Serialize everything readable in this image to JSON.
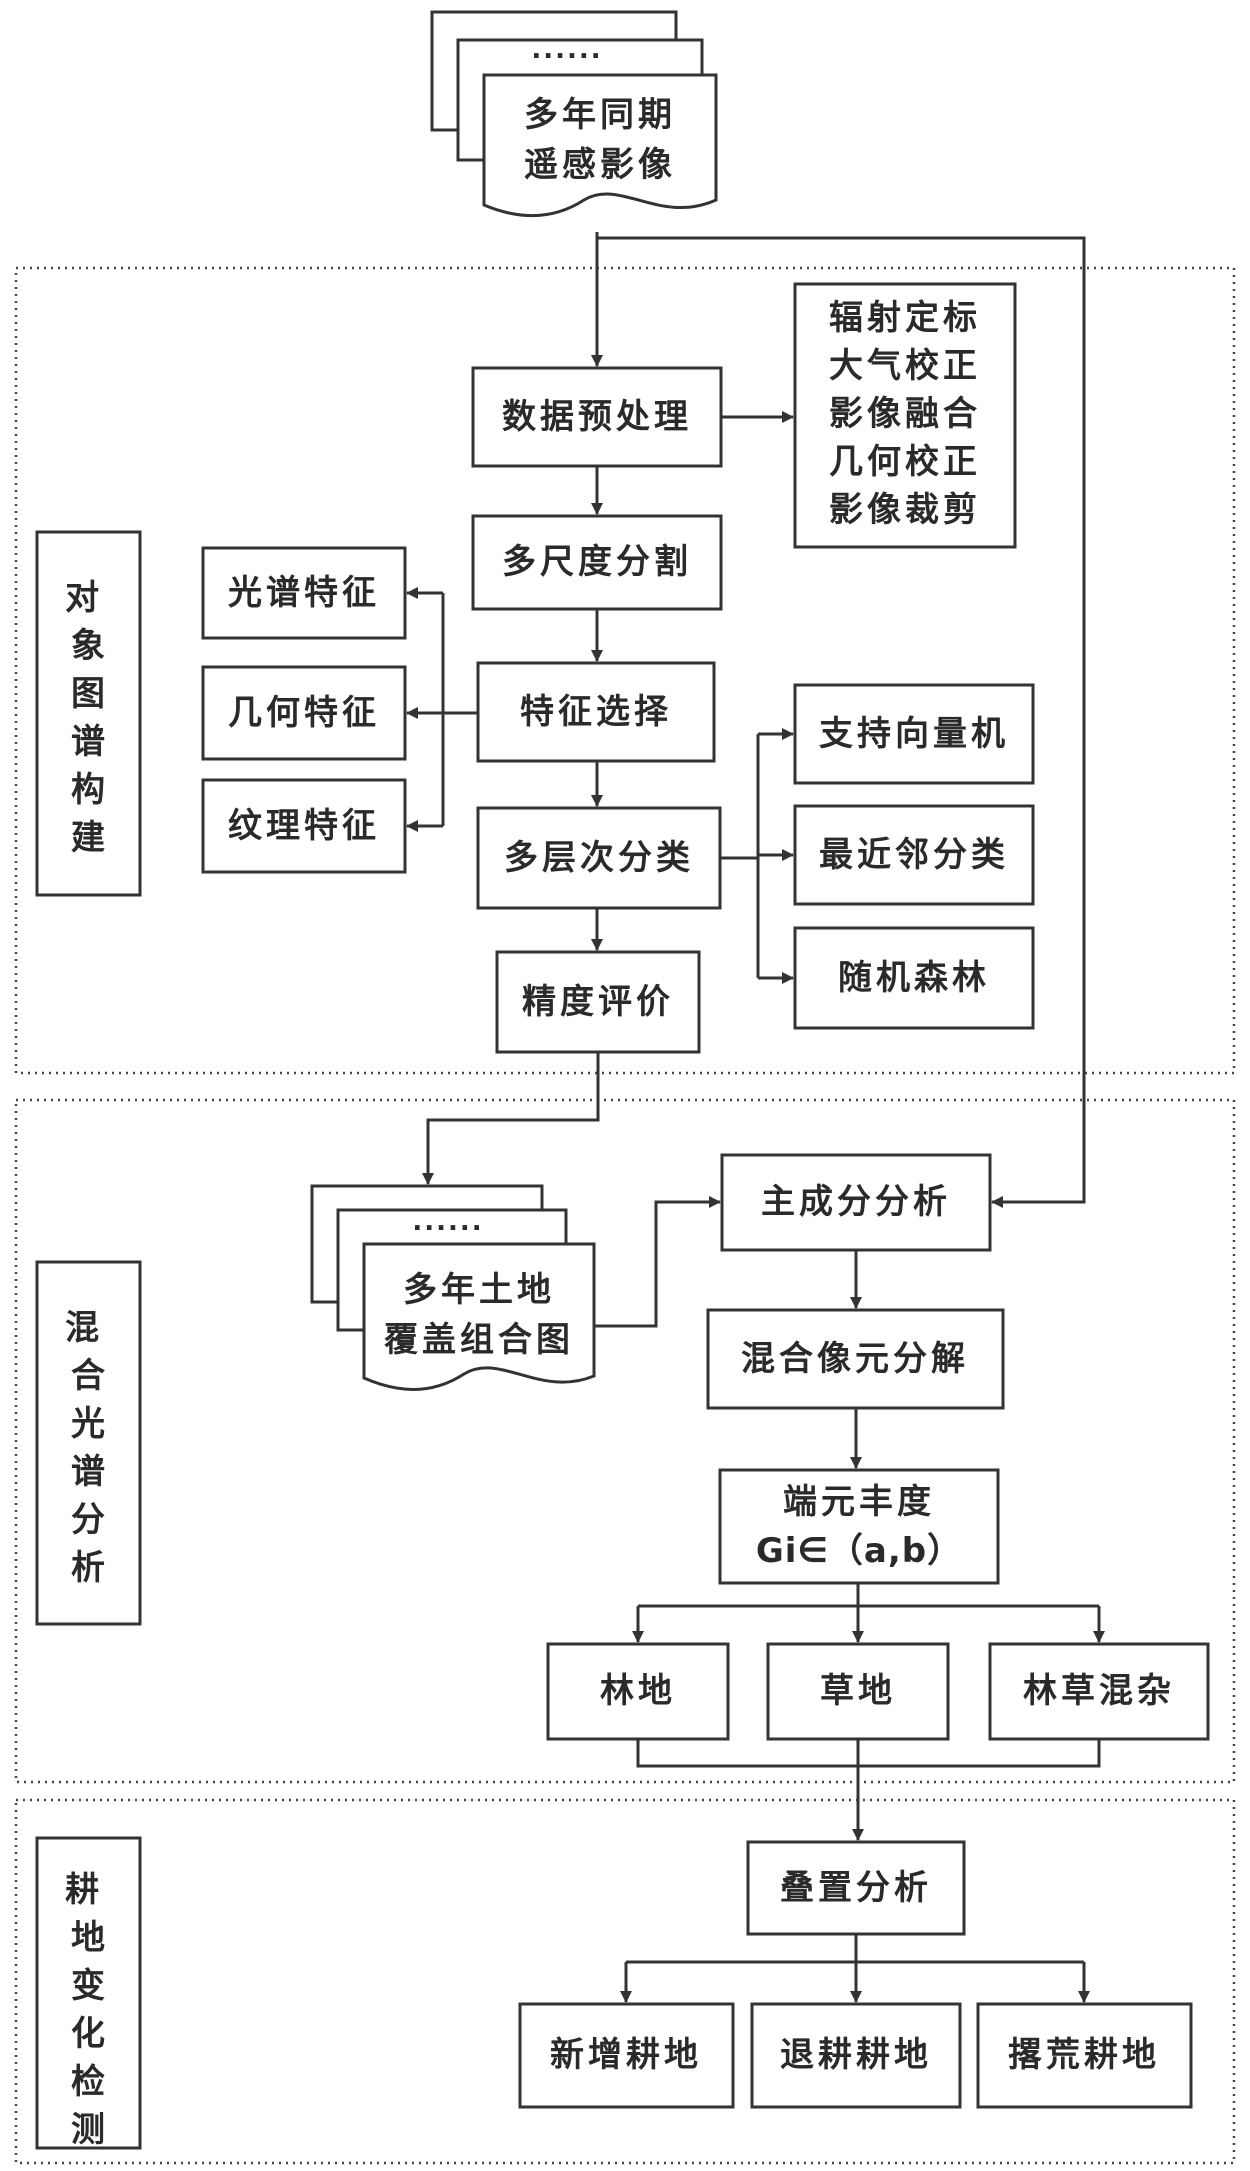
{
  "sections": {
    "object_graph": "对象图谱构建",
    "mixed_spectrum": "混合光谱分析",
    "farmland_change": "耕地变化检测"
  },
  "docs": {
    "remote_images": {
      "ellipsis": "......",
      "line1": "多年同期",
      "line2": "遥感影像"
    },
    "landcover_maps": {
      "ellipsis": "......",
      "line1": "多年土地",
      "line2": "覆盖组合图"
    }
  },
  "nodes": {
    "preprocess": "数据预处理",
    "preprocess_steps": [
      "辐射定标",
      "大气校正",
      "影像融合",
      "几何校正",
      "影像裁剪"
    ],
    "segmentation": "多尺度分割",
    "feature_selection": "特征选择",
    "spectral_feature": "光谱特征",
    "geometric_feature": "几何特征",
    "texture_feature": "纹理特征",
    "classification": "多层次分类",
    "svm": "支持向量机",
    "knn": "最近邻分类",
    "random_forest": "随机森林",
    "accuracy": "精度评价",
    "pca": "主成分分析",
    "unmixing": "混合像元分解",
    "abundance_line1": "端元丰度",
    "abundance_line2": "Gi∈（a,b）",
    "forest": "林地",
    "grass": "草地",
    "forest_grass": "林草混杂",
    "overlay": "叠置分析",
    "new_farmland": "新增耕地",
    "returned_farmland": "退耕耕地",
    "abandoned_farmland": "撂荒耕地"
  }
}
